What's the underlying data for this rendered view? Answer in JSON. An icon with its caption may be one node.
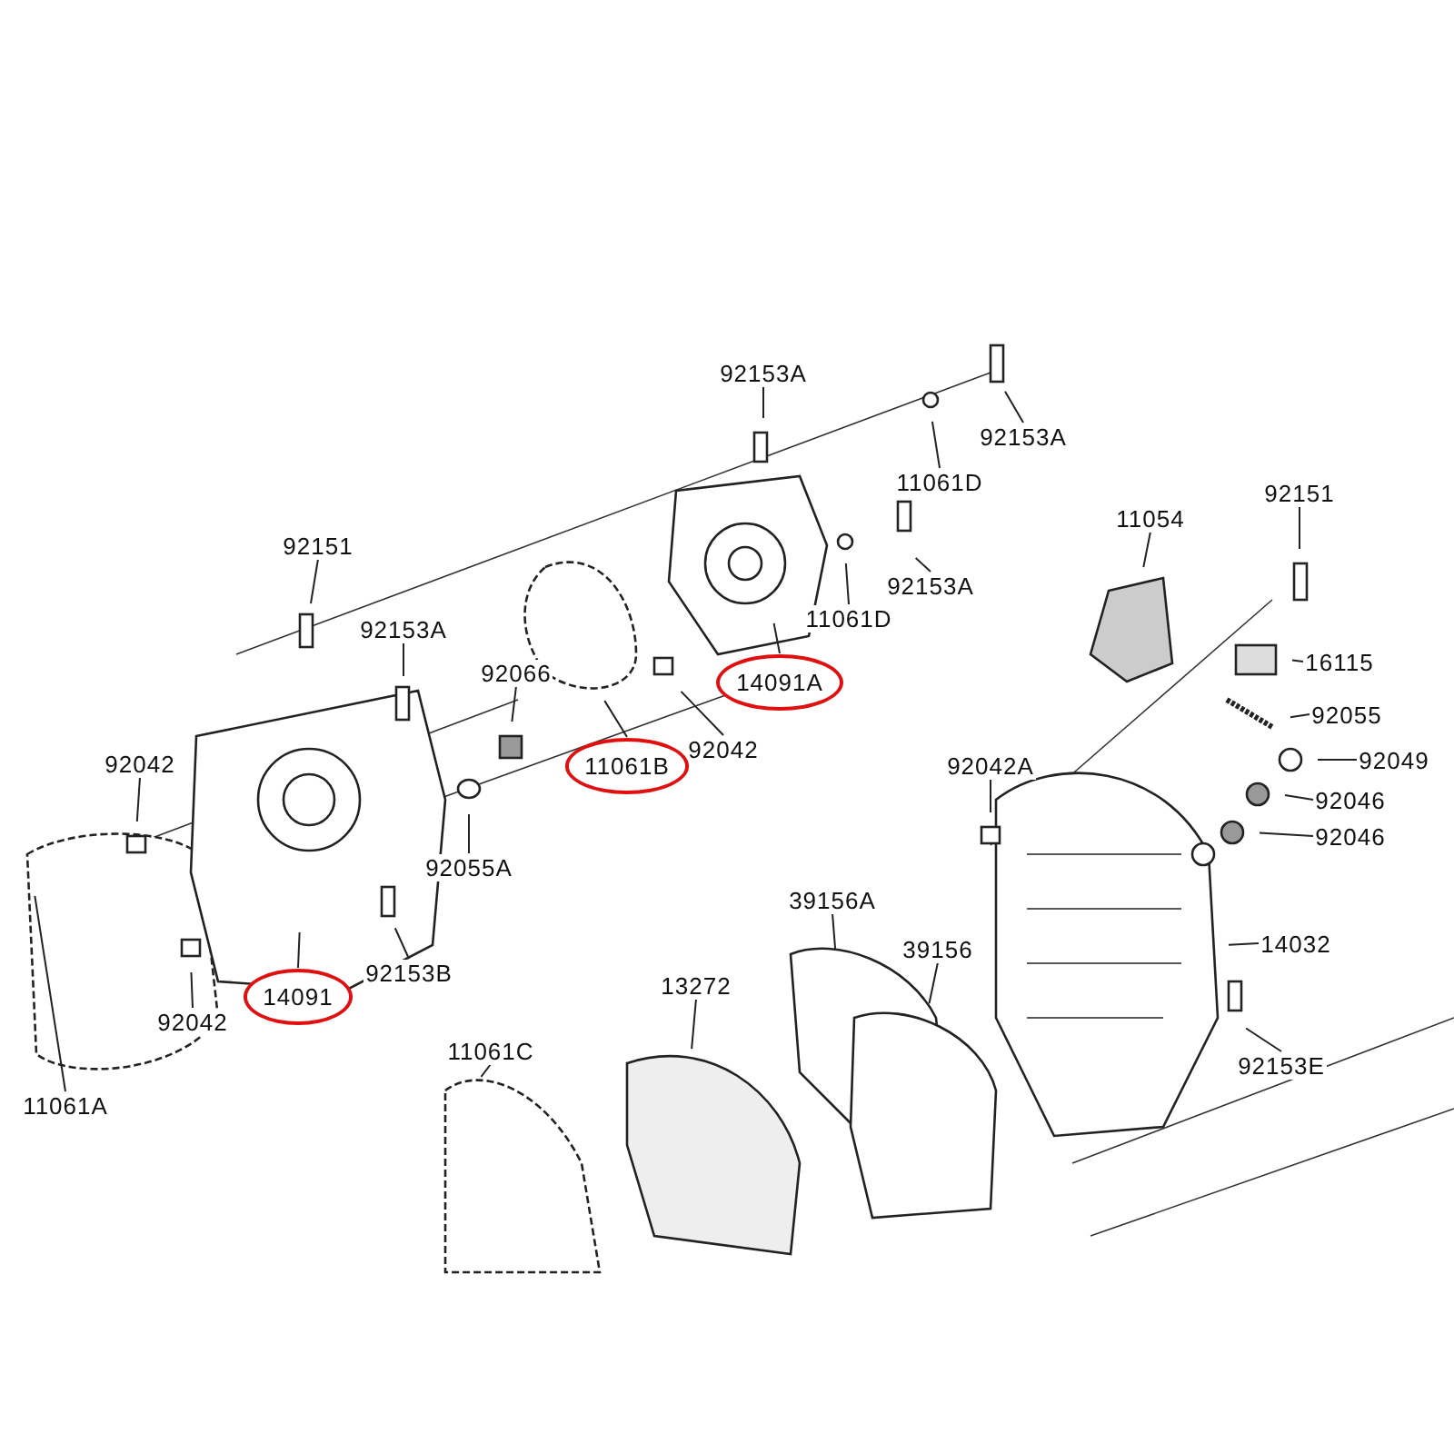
{
  "diagram": {
    "nodes": [
      {
        "text": [
          "92153A"
        ]
      },
      {
        "text": [
          "92153A"
        ]
      },
      {
        "text": [
          "11061D"
        ]
      },
      {
        "text": [
          "92151"
        ]
      },
      {
        "text": [
          "92153A"
        ]
      },
      {
        "text": [
          "92066"
        ]
      },
      {
        "text": [
          "92042"
        ]
      },
      {
        "text": [
          "92153A"
        ]
      },
      {
        "text": [
          "11061D"
        ]
      },
      {
        "text": [
          "14091A"
        ]
      },
      {
        "text": [
          "11061B"
        ]
      },
      {
        "text": [
          "92042"
        ]
      },
      {
        "text": [
          "92055A"
        ]
      },
      {
        "text": [
          "92153B"
        ]
      },
      {
        "text": [
          "14091"
        ]
      },
      {
        "text": [
          "92042"
        ]
      },
      {
        "text": [
          "11061A"
        ]
      },
      {
        "text": [
          "11054"
        ]
      },
      {
        "text": [
          "92151"
        ]
      },
      {
        "text": [
          "16115"
        ]
      },
      {
        "text": [
          "92055"
        ]
      },
      {
        "text": [
          "92049"
        ]
      },
      {
        "text": [
          "92046"
        ]
      },
      {
        "text": [
          "92046"
        ]
      },
      {
        "text": [
          "92042A"
        ]
      },
      {
        "text": [
          "39156A"
        ]
      },
      {
        "text": [
          "39156"
        ]
      },
      {
        "text": [
          "13272"
        ]
      },
      {
        "text": [
          "11061C"
        ]
      },
      {
        "text": [
          "14032"
        ]
      },
      {
        "text": [
          "92153E"
        ]
      }
    ],
    "edges": [
      {
        "from": 0,
        "to": null,
        "arrow": "none"
      },
      {
        "from": 1,
        "to": null,
        "arrow": "none"
      },
      {
        "from": 2,
        "to": null,
        "arrow": "none"
      },
      {
        "from": 3,
        "to": null,
        "arrow": "none"
      },
      {
        "from": 4,
        "to": null,
        "arrow": "none"
      },
      {
        "from": 5,
        "to": null,
        "arrow": "none"
      },
      {
        "from": 6,
        "to": null,
        "arrow": "none"
      },
      {
        "from": 7,
        "to": null,
        "arrow": "none"
      },
      {
        "from": 8,
        "to": null,
        "arrow": "none"
      },
      {
        "from": 9,
        "to": null,
        "arrow": "none"
      },
      {
        "from": 10,
        "to": null,
        "arrow": "none"
      },
      {
        "from": 11,
        "to": null,
        "arrow": "none"
      },
      {
        "from": 12,
        "to": null,
        "arrow": "none"
      },
      {
        "from": 13,
        "to": null,
        "arrow": "none"
      },
      {
        "from": 14,
        "to": null,
        "arrow": "none"
      },
      {
        "from": 15,
        "to": null,
        "arrow": "none"
      },
      {
        "from": 16,
        "to": null,
        "arrow": "none"
      },
      {
        "from": 17,
        "to": null,
        "arrow": "none"
      },
      {
        "from": 18,
        "to": null,
        "arrow": "none"
      },
      {
        "from": 19,
        "to": null,
        "arrow": "none"
      },
      {
        "from": 20,
        "to": null,
        "arrow": "none"
      },
      {
        "from": 21,
        "to": null,
        "arrow": "none"
      },
      {
        "from": 22,
        "to": null,
        "arrow": "none"
      },
      {
        "from": 23,
        "to": null,
        "arrow": "none"
      },
      {
        "from": 24,
        "to": null,
        "arrow": "none"
      },
      {
        "from": 25,
        "to": null,
        "arrow": "none"
      },
      {
        "from": 26,
        "to": null,
        "arrow": "none"
      },
      {
        "from": 27,
        "to": null,
        "arrow": "none"
      },
      {
        "from": 28,
        "to": null,
        "arrow": "none"
      },
      {
        "from": 29,
        "to": null,
        "arrow": "none"
      },
      {
        "from": 30,
        "to": null,
        "arrow": "none"
      }
    ]
  }
}
